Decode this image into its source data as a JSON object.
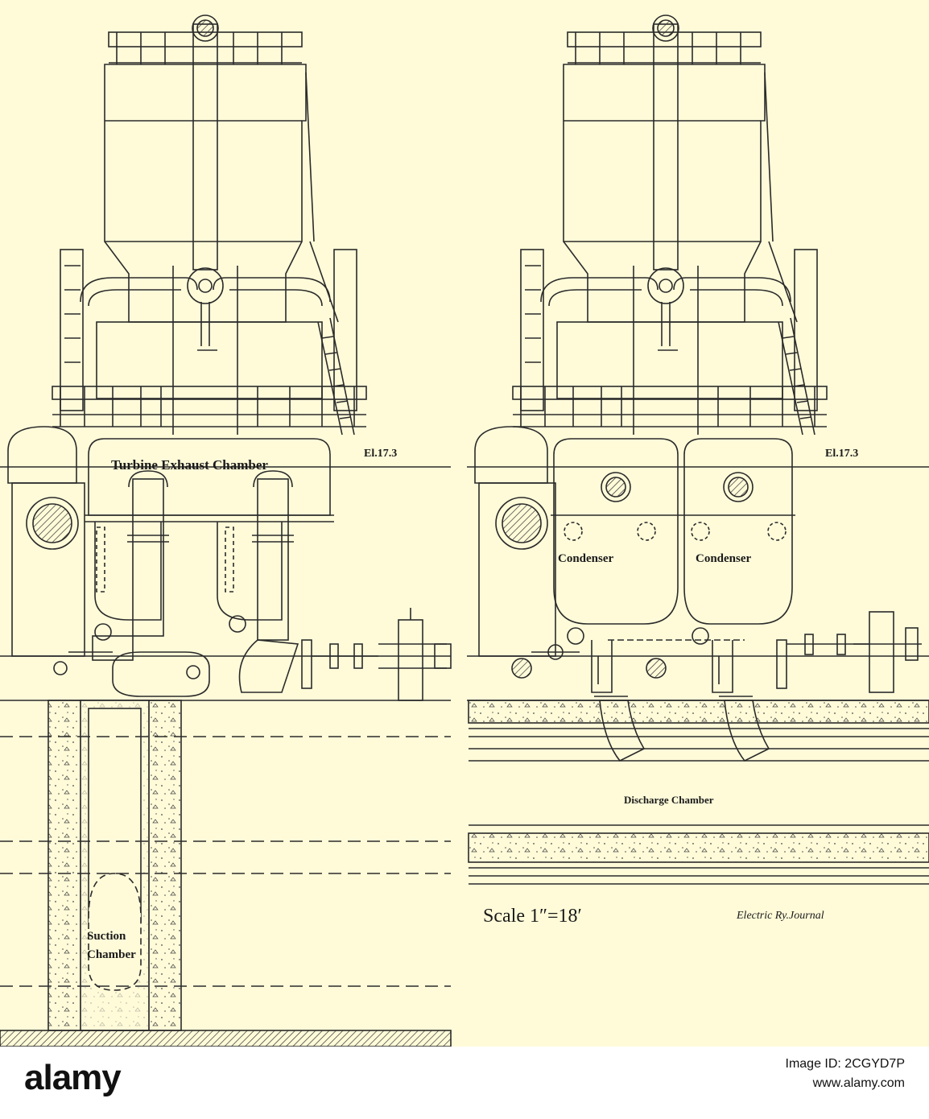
{
  "labels": {
    "turbine_exhaust": "Turbine Exhaust Chamber",
    "elevation_left": "El.17.3",
    "elevation_right": "El.17.3",
    "condenser_left": "Condenser",
    "condenser_right": "Condenser",
    "suction_line1": "Suction",
    "suction_line2": "Chamber",
    "discharge": "Discharge Chamber",
    "scale": "Scale 1″=18′",
    "credit": "Electric Ry.Journal"
  },
  "watermark": {
    "brand": "alamy",
    "image_id": "Image ID: 2CGYD7P",
    "url": "www.alamy.com"
  },
  "colors": {
    "paper": "#fffbd9",
    "ink": "#2a2a2a",
    "footer_bg": "#ffffff"
  }
}
